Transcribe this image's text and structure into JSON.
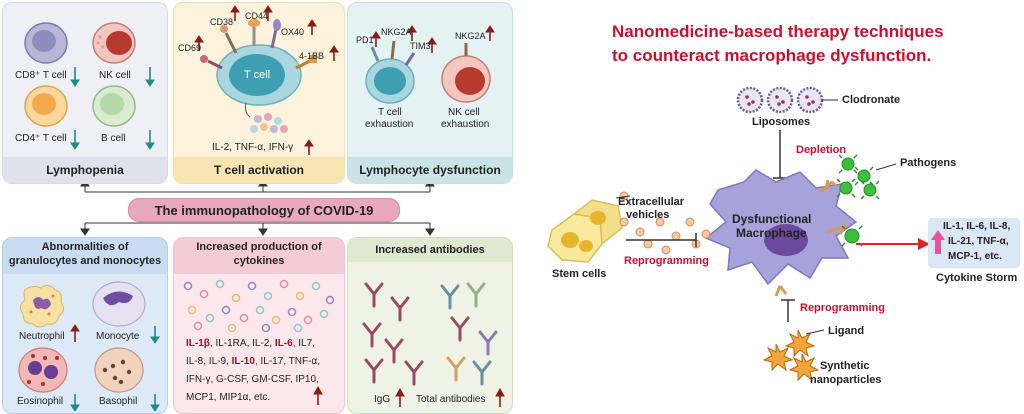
{
  "left_figure": {
    "center_banner": "The immunopathology of COVID-19",
    "top_panels": {
      "lymphopenia": {
        "title": "Lymphopenia",
        "cells": [
          "CD8⁺ T cell",
          "NK cell",
          "CD4⁺ T cell",
          "B cell"
        ]
      },
      "t_cell_activation": {
        "title": "T cell activation",
        "markers": [
          "CD38",
          "CD44",
          "OX40",
          "CD69",
          "4-1BB"
        ],
        "cell_label": "T cell",
        "cytokines": "IL-2, TNF-α, IFN-γ"
      },
      "lymphocyte_dysfunction": {
        "title": "Lymphocyte dysfunction",
        "markers_left": [
          "PD1",
          "NKG2A",
          "TIM3"
        ],
        "marker_right": "NKG2A",
        "label_left_1": "T cell",
        "label_left_2": "exhaustion",
        "label_right_1": "NK cell",
        "label_right_2": "exhaustion"
      }
    },
    "bottom_panels": {
      "granulocytes": {
        "title_1": "Abnormalities of",
        "title_2": "granulocytes and monocytes",
        "cells": [
          "Neutrophil",
          "Monocyte",
          "Eosinophil",
          "Basophil"
        ]
      },
      "cytokines": {
        "title_1": "Increased production of",
        "title_2": "cytokines",
        "line1": [
          {
            "text": "IL-1β",
            "highlight": true
          },
          {
            "text": ", IL-1RA, IL-2, ",
            "highlight": false
          },
          {
            "text": "IL-6",
            "highlight": true
          },
          {
            "text": ", IL7,",
            "highlight": false
          }
        ],
        "line2": [
          {
            "text": "IL-8, IL-9, ",
            "highlight": false
          },
          {
            "text": "IL-10",
            "highlight": true
          },
          {
            "text": ", IL-17, TNF-α,",
            "highlight": false
          }
        ],
        "line3": "IFN-γ, G-CSF, GM-CSF, IP10,",
        "line4": "MCP1, MIP1α, etc."
      },
      "antibodies": {
        "title": "Increased antibodies",
        "label_igg": "IgG",
        "label_total": "Total antibodies"
      }
    }
  },
  "right_figure": {
    "title_line1": "Nanomedicine-based therapy techniques",
    "title_line2": "to counteract macrophage dysfunction.",
    "labels": {
      "clodronate": "Clodronate",
      "liposomes": "Liposomes",
      "depletion": "Depletion",
      "pathogens": "Pathogens",
      "extracellular_1": "Extracellular",
      "extracellular_2": "vehicles",
      "reprogramming_left": "Reprogramming",
      "stem_cells": "Stem cells",
      "macrophage_1": "Dysfunctional",
      "macrophage_2": "Macrophage",
      "reprogramming_bottom": "Reprogramming",
      "ligand": "Ligand",
      "synthetic_1": "Synthetic",
      "synthetic_2": "nanoparticles",
      "cytokine_storm": "Cytokine Storm"
    },
    "storm_box": [
      "IL-1, IL-6, IL-8,",
      "IL-21, TNF-α,",
      "MCP-1, etc."
    ]
  },
  "colors": {
    "accent_red": "#c8102e",
    "arrow_red": "#8b1a1a",
    "down_arrow": "#1f8a8a",
    "banner_pink": "#e8a9be"
  }
}
